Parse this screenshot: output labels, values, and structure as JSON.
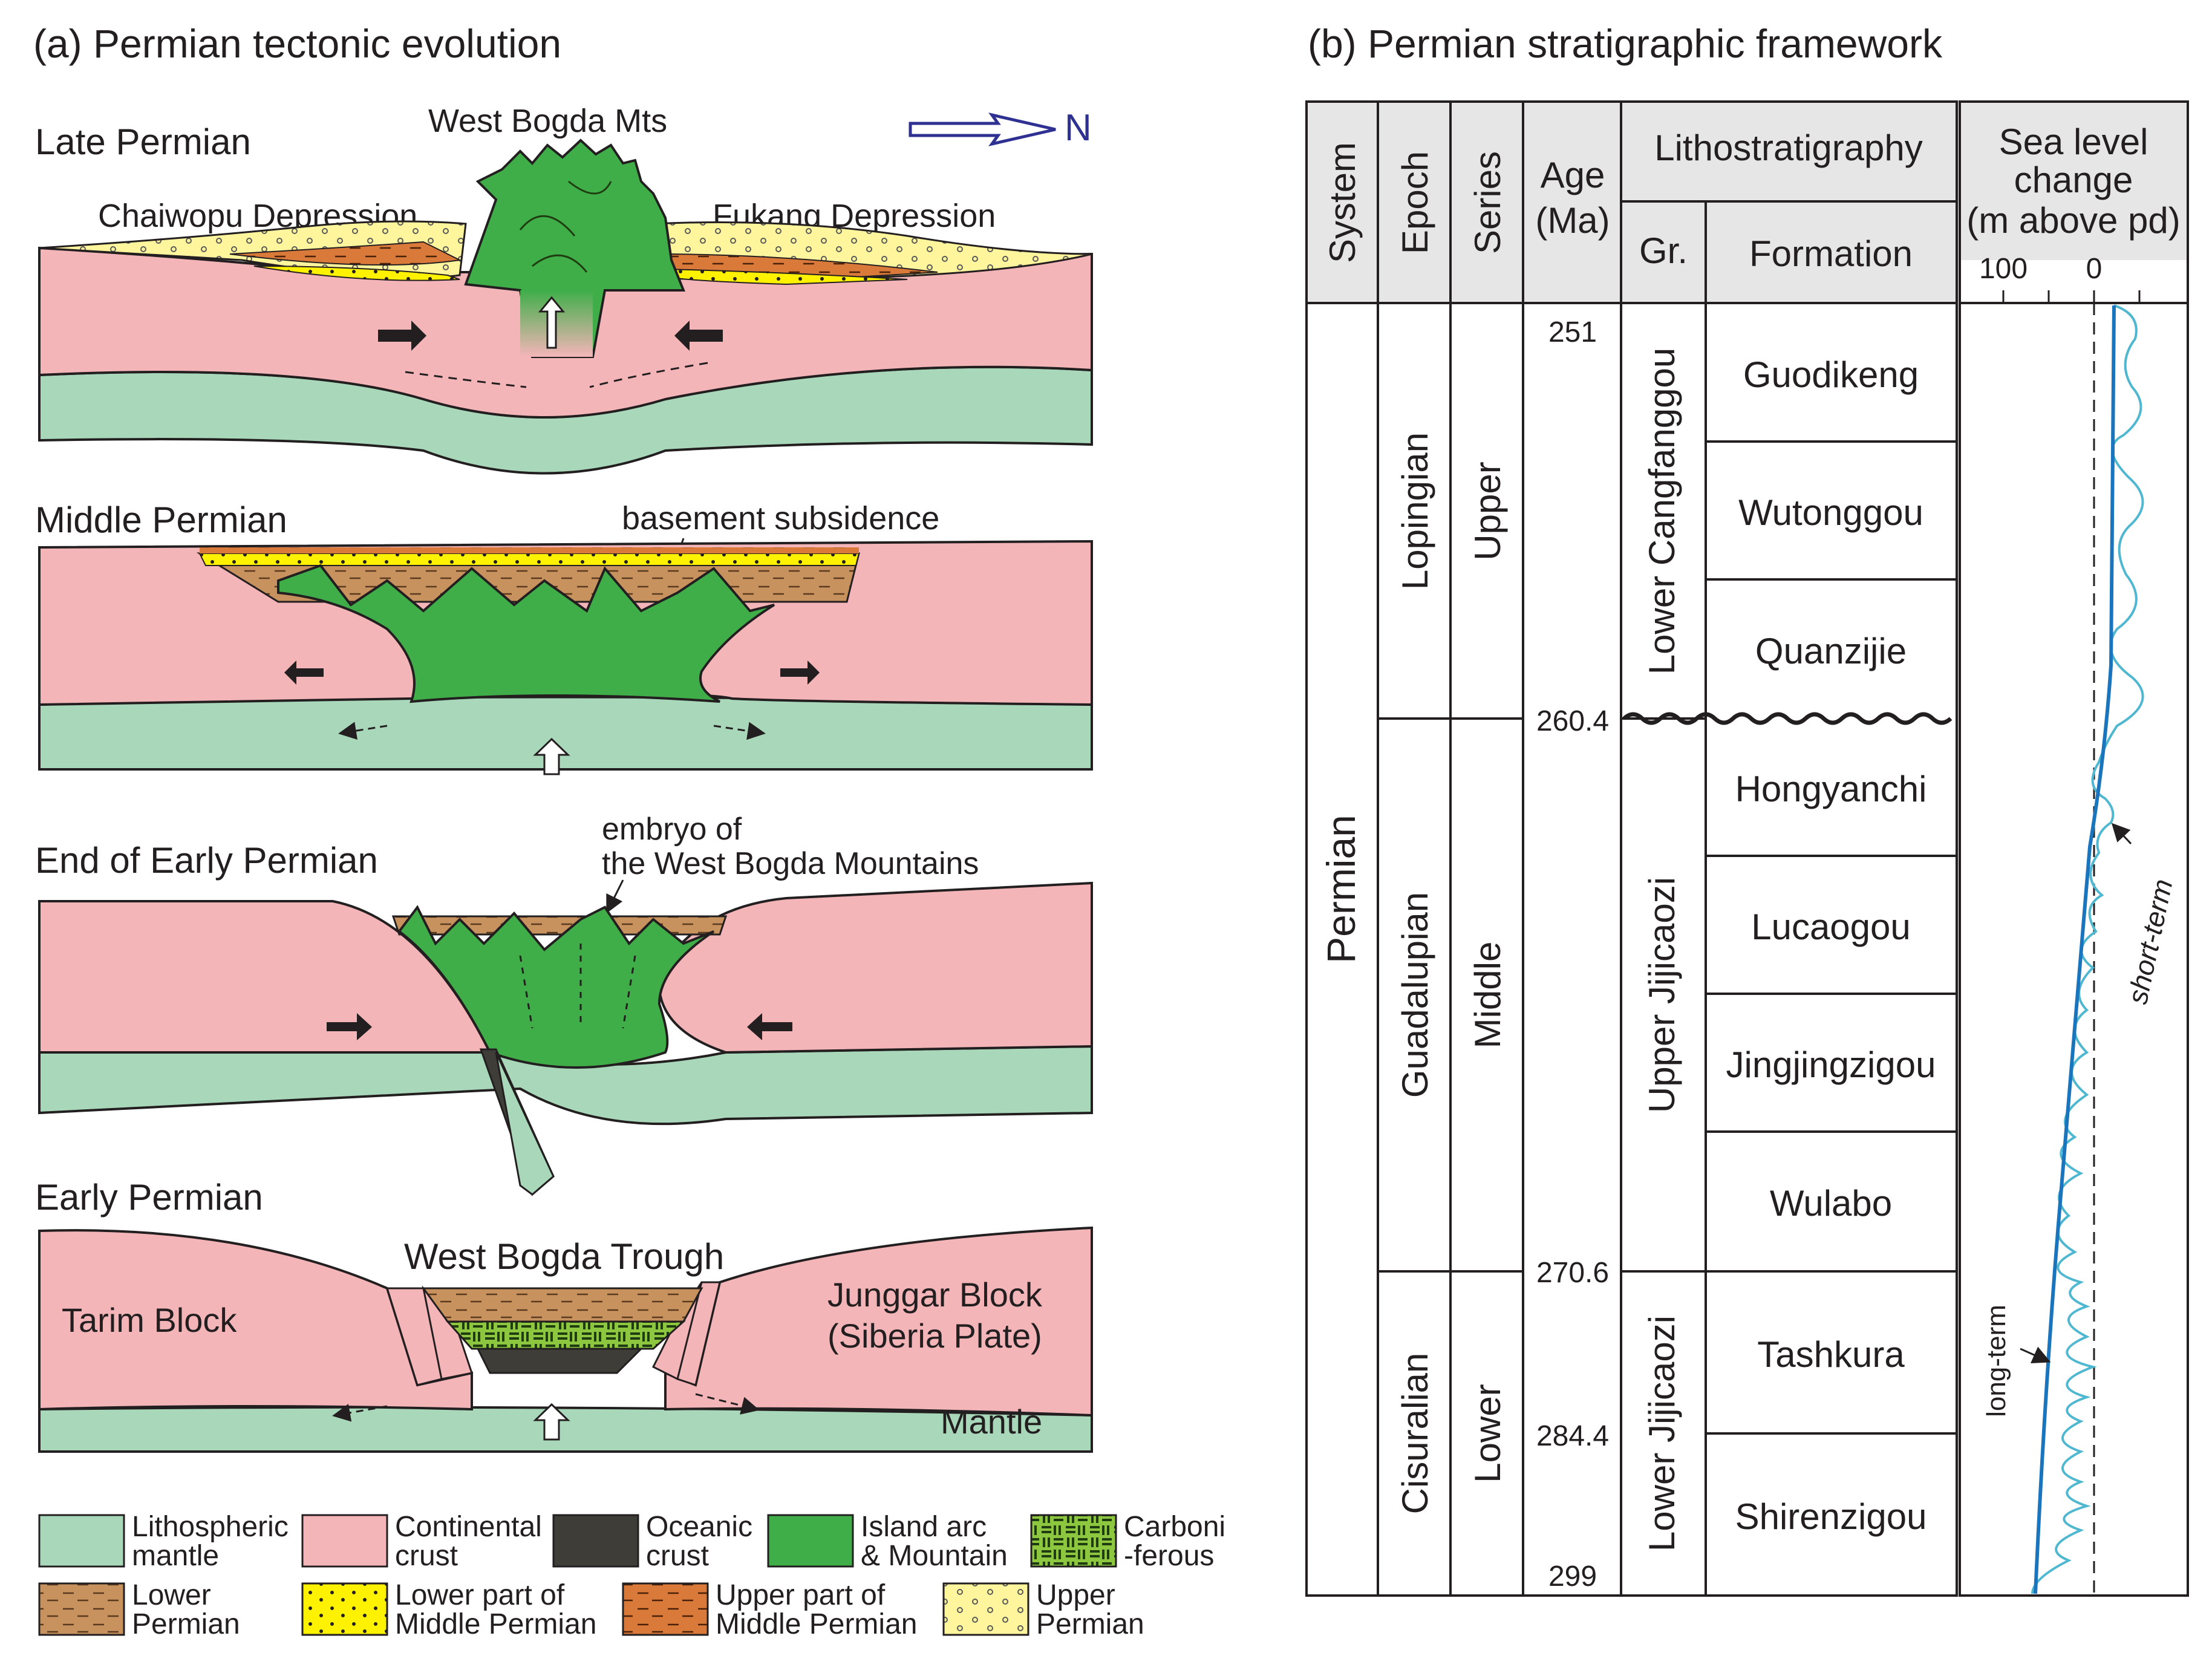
{
  "panel_a": {
    "title": "(a) Permian tectonic evolution",
    "north": "N",
    "late": {
      "heading": "Late Permian",
      "mountains": "West Bogda Mts",
      "left_depression": "Chaiwopu Depression",
      "right_depression": "Fukang Depression"
    },
    "middle": {
      "heading": "Middle Permian",
      "annotation": "basement subsidence"
    },
    "end_early": {
      "heading": "End of Early Permian",
      "annotation_1": "embryo of",
      "annotation_2": "the West Bogda Mountains"
    },
    "early": {
      "heading": "Early Permian",
      "trough": "West Bogda Trough",
      "left_block": "Tarim Block",
      "right_block_1": "Junggar Block",
      "right_block_2": "(Siberia Plate)",
      "mantle": "Mantle"
    },
    "legend": [
      {
        "l1": "Lithospheric",
        "l2": "mantle",
        "color": "#a8d8b9"
      },
      {
        "l1": "Continental",
        "l2": "crust",
        "color": "#f4b5b8"
      },
      {
        "l1": "Oceanic",
        "l2": "crust",
        "color": "#3e3d38"
      },
      {
        "l1": "Island arc",
        "l2": "& Mountain",
        "color": "#3fae49"
      },
      {
        "l1": "Carboni",
        "l2": "-ferous",
        "color": "#8dc63f"
      },
      {
        "l1": "Lower",
        "l2": "Permian",
        "color": "#c8925e"
      },
      {
        "l1": "Lower part of",
        "l2": "Middle Permian",
        "color": "#fff200"
      },
      {
        "l1": "Upper part of",
        "l2": "Middle Permian",
        "color": "#d97a3a"
      },
      {
        "l1": "Upper",
        "l2": "Permian",
        "color": "#fff59d"
      }
    ]
  },
  "panel_b": {
    "title": "(b) Permian stratigraphic framework",
    "headers": {
      "system": "System",
      "epoch": "Epoch",
      "series": "Series",
      "age_1": "Age",
      "age_2": "(Ma)",
      "litho": "Lithostratigraphy",
      "group": "Gr.",
      "formation": "Formation",
      "sea_1": "Sea level",
      "sea_2": "change",
      "sea_3": "(m above pd)",
      "tick_100": "100",
      "tick_0": "0"
    },
    "system": "Permian",
    "epochs": [
      "Lopingian",
      "Guadalupian",
      "Cisuralian"
    ],
    "series": [
      "Upper",
      "Middle",
      "Lower"
    ],
    "ages": [
      "251",
      "260.4",
      "270.6",
      "284.4",
      "299"
    ],
    "groups": [
      "Lower Cangfanggou",
      "Upper Jijicaozi",
      "Lower Jijicaozi"
    ],
    "formations": [
      "Guodikeng",
      "Wutonggou",
      "Quanzijie",
      "Hongyanchi",
      "Lucaogou",
      "Jingjingzigou",
      "Wulabo",
      "Tashkura",
      "Shirenzigou"
    ],
    "curve_labels": {
      "short": "short-term",
      "long": "long-term"
    },
    "colors": {
      "long_term": "#1b75bc",
      "short_term": "#4fb8d0"
    }
  }
}
